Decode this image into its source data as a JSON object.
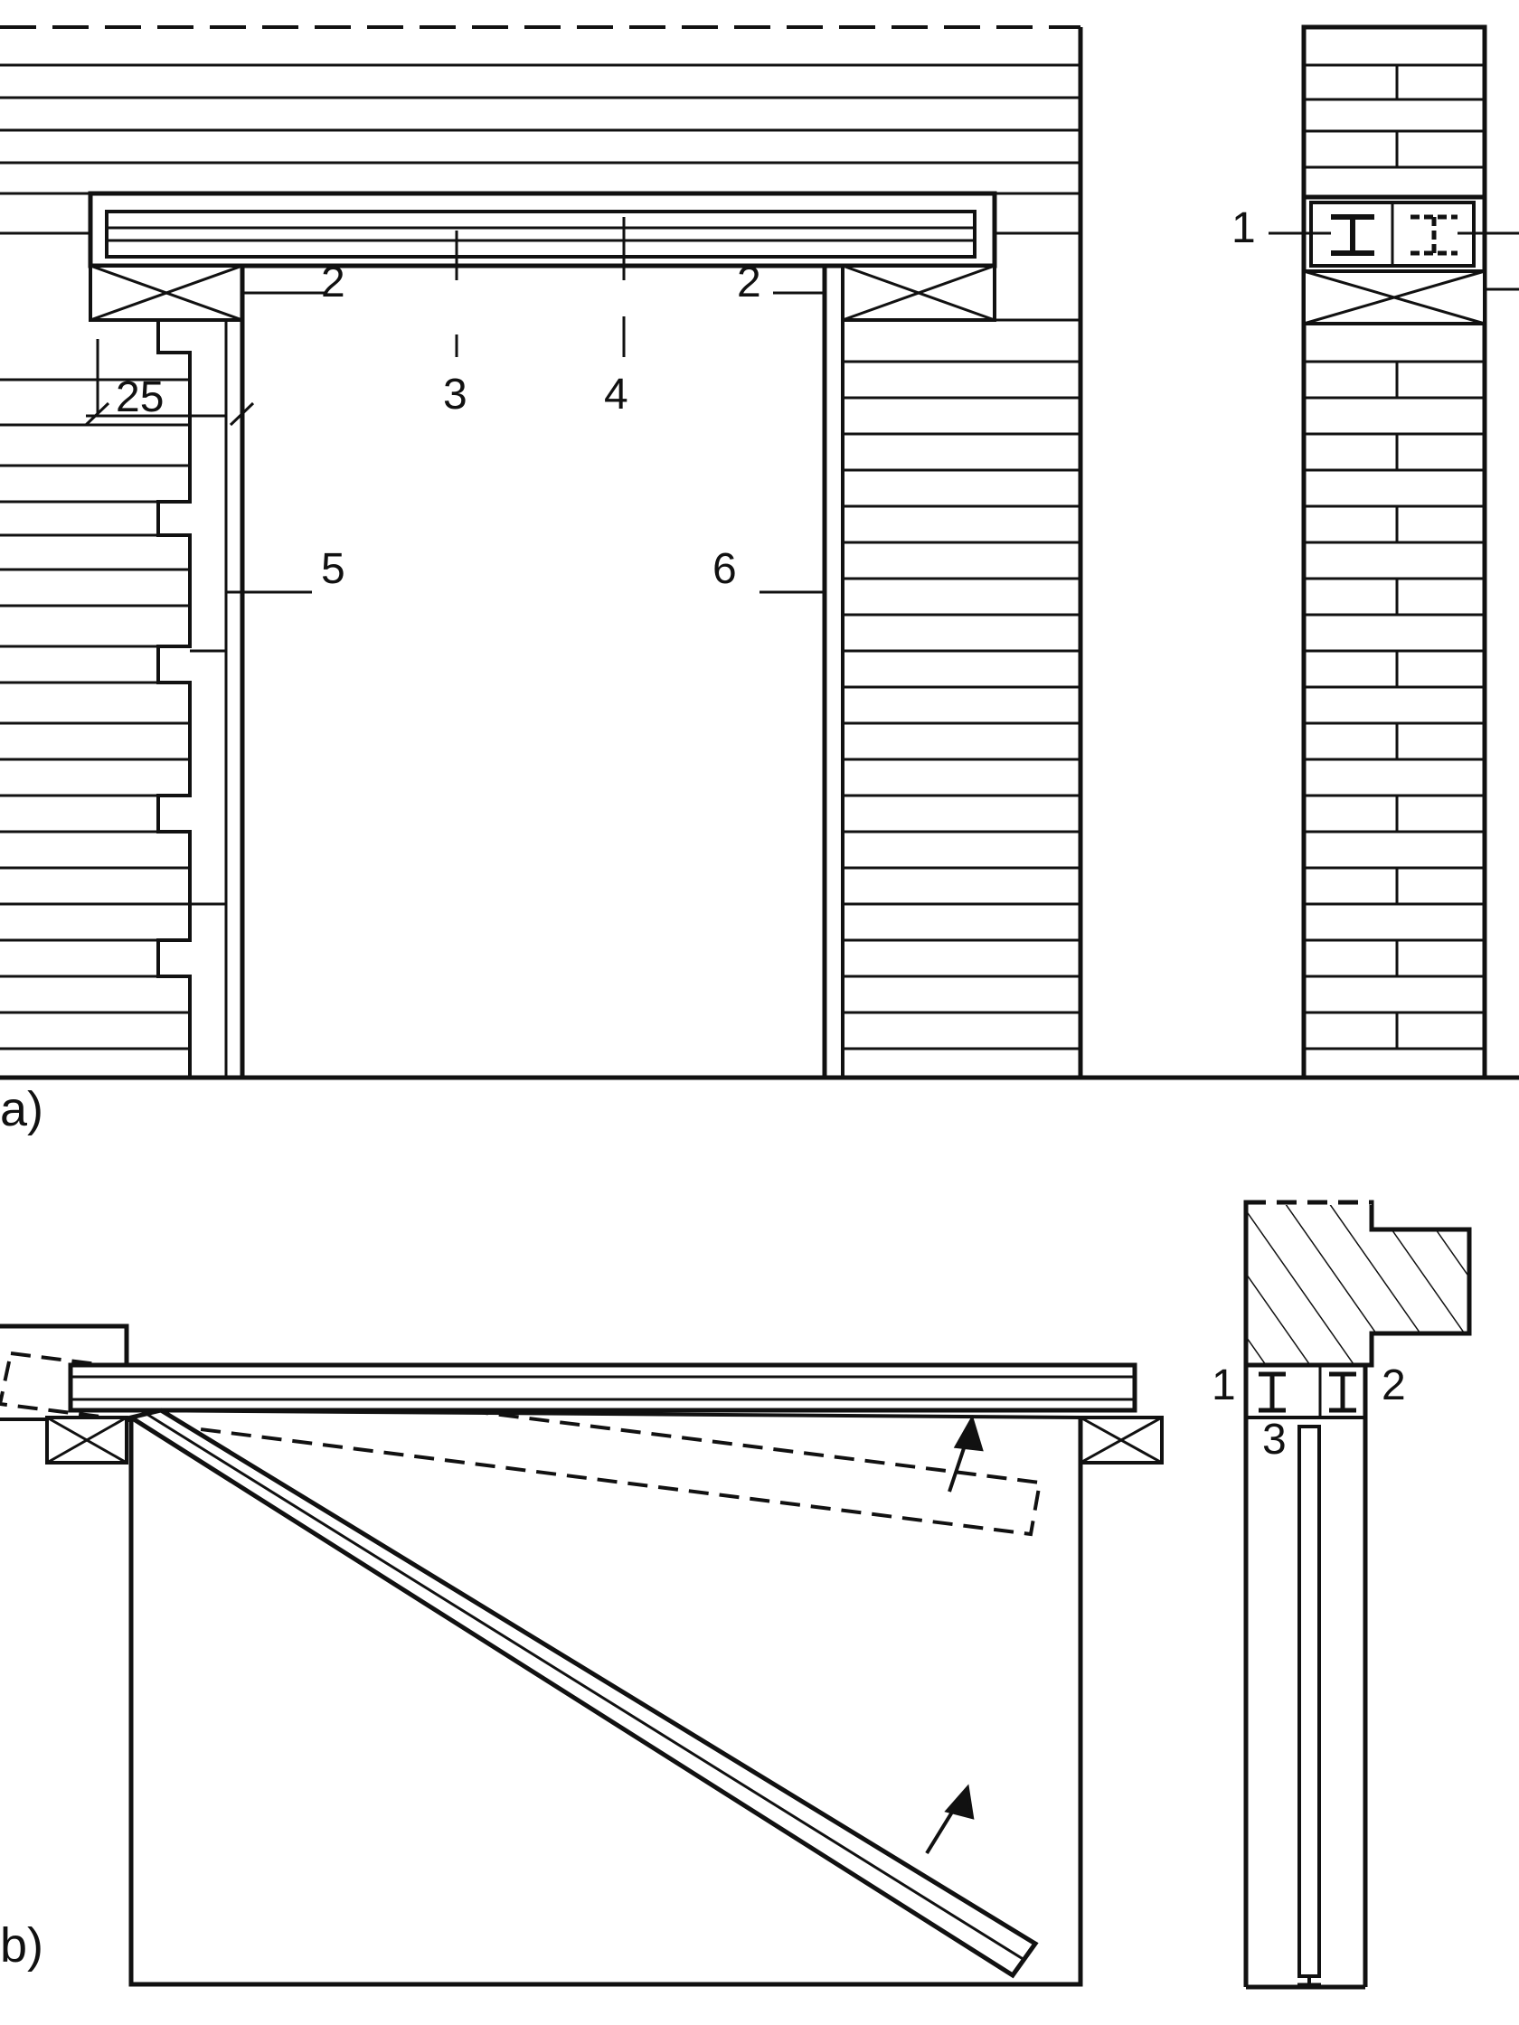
{
  "figure_a": {
    "part_label": "a)",
    "callouts": {
      "c1": "1",
      "c2_left": "2",
      "c2_right": "2",
      "c3": "3",
      "c4": "4",
      "c5": "5",
      "c6": "6"
    },
    "dimension": "25"
  },
  "figure_b": {
    "part_label": "b)",
    "callouts": {
      "c1": "1",
      "c2": "2",
      "c3": "3"
    }
  },
  "colors": {
    "ink": "#111111",
    "paper": "#ffffff"
  }
}
